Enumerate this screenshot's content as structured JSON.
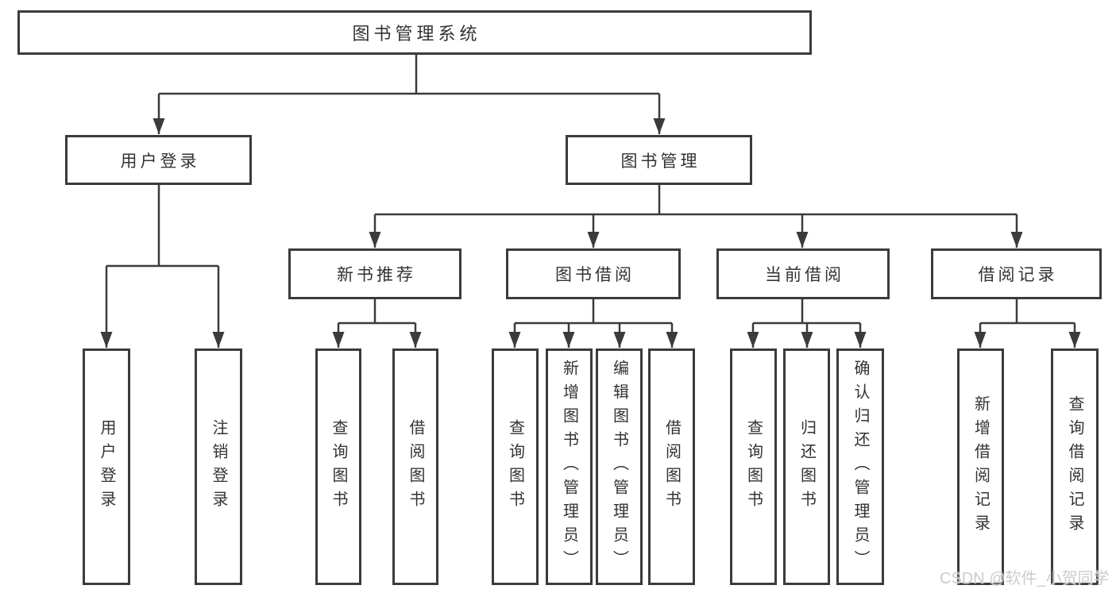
{
  "colors": {
    "line": "#3b3b3b",
    "text": "#333333",
    "background": "#ffffff",
    "watermark_color": "#cccccc"
  },
  "tree": {
    "root": {
      "label": "图书管理系统"
    },
    "level2": [
      {
        "label": "用户登录",
        "parent": "图书管理系统"
      },
      {
        "label": "图书管理",
        "parent": "图书管理系统"
      }
    ],
    "level3": [
      {
        "label": "新书推荐",
        "parent": "图书管理"
      },
      {
        "label": "图书借阅",
        "parent": "图书管理"
      },
      {
        "label": "当前借阅",
        "parent": "图书管理"
      },
      {
        "label": "借阅记录",
        "parent": "图书管理"
      }
    ],
    "leaves": [
      {
        "label": "用户登录",
        "parent": "用户登录"
      },
      {
        "label": "注销登录",
        "parent": "用户登录"
      },
      {
        "label": "查询图书",
        "parent": "新书推荐"
      },
      {
        "label": "借阅图书",
        "parent": "新书推荐"
      },
      {
        "label": "查询图书",
        "parent": "图书借阅"
      },
      {
        "label": "新增图书（管理员）",
        "parent": "图书借阅"
      },
      {
        "label": "编辑图书（管理员）",
        "parent": "图书借阅"
      },
      {
        "label": "借阅图书",
        "parent": "图书借阅"
      },
      {
        "label": "查询图书",
        "parent": "当前借阅"
      },
      {
        "label": "归还图书",
        "parent": "当前借阅"
      },
      {
        "label": "确认归还（管理员）",
        "parent": "当前借阅"
      },
      {
        "label": "新增借阅记录",
        "parent": "借阅记录"
      },
      {
        "label": "查询借阅记录",
        "parent": "借阅记录"
      }
    ]
  },
  "watermark": {
    "text": "CSDN @软件_小贺同学"
  }
}
